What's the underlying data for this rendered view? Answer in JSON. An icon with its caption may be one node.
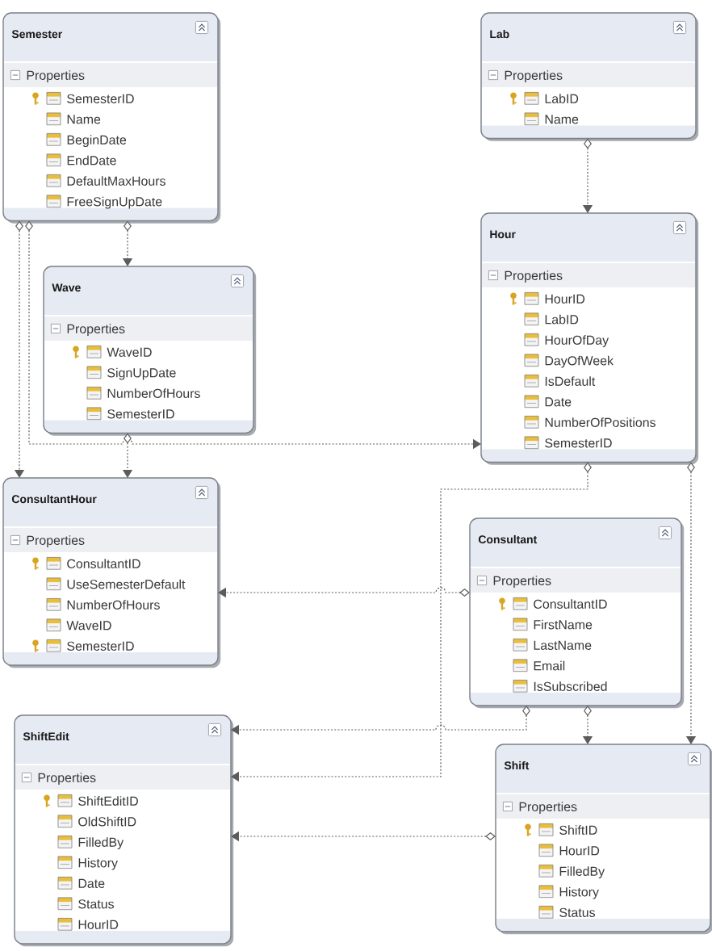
{
  "diagram": {
    "nodes": [
      {
        "text": [
          "Semester",
          "Properties",
          "SemesterID",
          "Name",
          "BeginDate",
          "EndDate",
          "DefaultMaxHours",
          "FreeSignUpDate"
        ]
      },
      {
        "text": [
          "Lab",
          "Properties",
          "LabID",
          "Name"
        ]
      },
      {
        "text": [
          "Wave",
          "Properties",
          "WaveID",
          "SignUpDate",
          "NumberOfHours",
          "SemesterID"
        ]
      },
      {
        "text": [
          "Hour",
          "Properties",
          "HourID",
          "LabID",
          "HourOfDay",
          "DayOfWeek",
          "IsDefault",
          "Date",
          "NumberOfPositions",
          "SemesterID"
        ]
      },
      {
        "text": [
          "ConsultantHour",
          "Properties",
          "ConsultantID",
          "UseSemesterDefault",
          "NumberOfHours",
          "WaveID",
          "SemesterID"
        ]
      },
      {
        "text": [
          "Consultant",
          "Properties",
          "ConsultantID",
          "FirstName",
          "LastName",
          "Email",
          "IsSubscribed"
        ]
      },
      {
        "text": [
          "ShiftEdit",
          "Properties",
          "ShiftEditID",
          "OldShiftID",
          "FilledBy",
          "History",
          "Date",
          "Status",
          "HourID"
        ]
      },
      {
        "text": [
          "Shift",
          "Properties",
          "ShiftID",
          "HourID",
          "FilledBy",
          "History",
          "Status"
        ]
      }
    ],
    "edges": [
      {
        "from": 0,
        "to": 2,
        "arrow": "to"
      },
      {
        "from": 1,
        "to": 3,
        "arrow": "to"
      },
      {
        "from": 0,
        "to": 4,
        "arrow": "to"
      },
      {
        "from": 0,
        "to": 3,
        "arrow": "to"
      },
      {
        "from": 2,
        "to": 4,
        "arrow": "to"
      },
      {
        "from": 3,
        "to": 6,
        "arrow": "to"
      },
      {
        "from": 3,
        "to": 7,
        "arrow": "to"
      },
      {
        "from": 5,
        "to": 4,
        "arrow": "to"
      },
      {
        "from": 5,
        "to": 6,
        "arrow": "to"
      },
      {
        "from": 5,
        "to": 7,
        "arrow": "to"
      },
      {
        "from": 7,
        "to": 6,
        "arrow": "to"
      }
    ]
  }
}
